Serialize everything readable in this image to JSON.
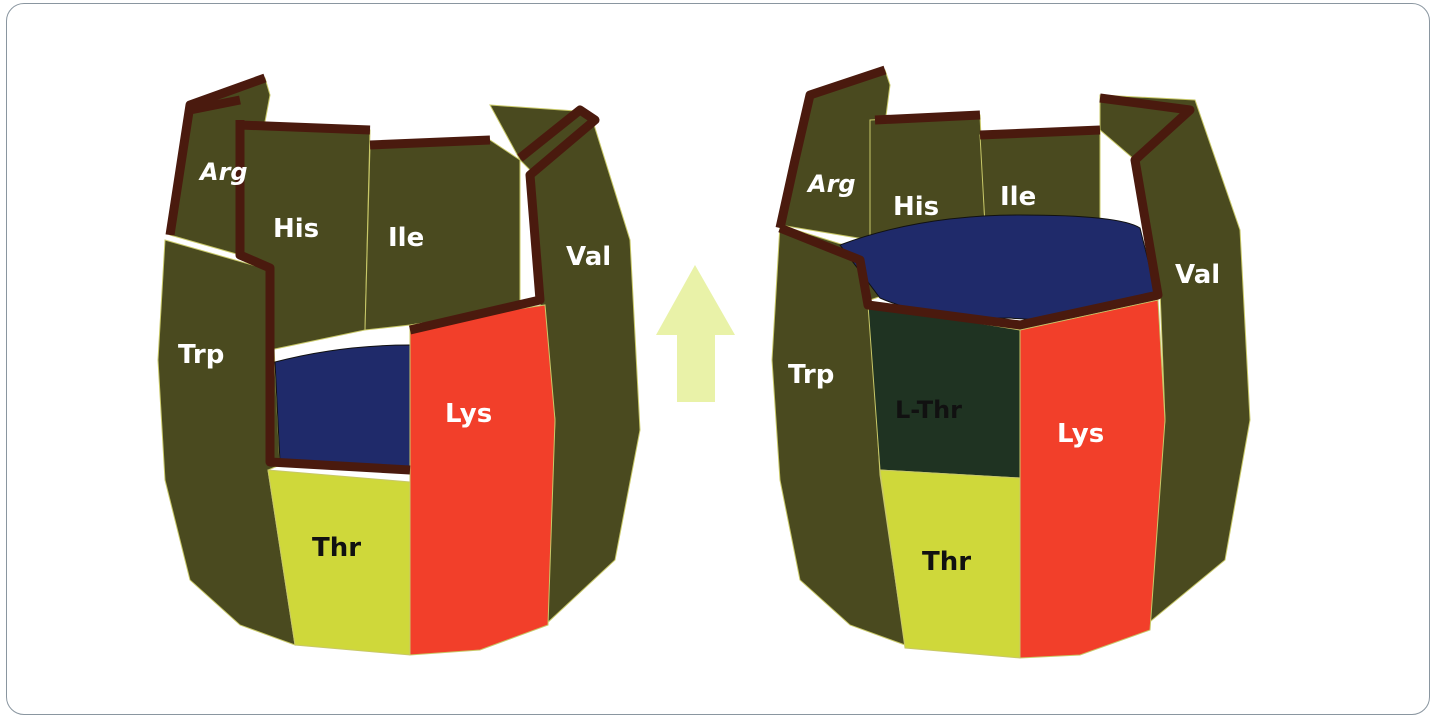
{
  "colors": {
    "stave": "#4a4a1f",
    "stave_edge": "#c8c868",
    "rim": "#4a1a0e",
    "lysine": "#f23f2a",
    "threonine": "#cfd83a",
    "l_threonine": "#1f3322",
    "liquid": "#1f2a6a",
    "arrow": "#e9f2a8",
    "label_light": "#ffffff",
    "label_dark": "#111111"
  },
  "left_barrel": {
    "staves": {
      "arg": "Arg",
      "his": "His",
      "ile": "Ile",
      "val": "Val",
      "trp": "Trp",
      "lys": "Lys",
      "thr": "Thr"
    }
  },
  "right_barrel": {
    "staves": {
      "arg": "Arg",
      "his": "His",
      "ile": "Ile",
      "val": "Val",
      "trp": "Trp",
      "lys": "Lys",
      "thr": "Thr",
      "l_thr": "L-Thr"
    }
  },
  "arrow": {
    "direction": "up",
    "icon": "up-arrow-icon"
  }
}
